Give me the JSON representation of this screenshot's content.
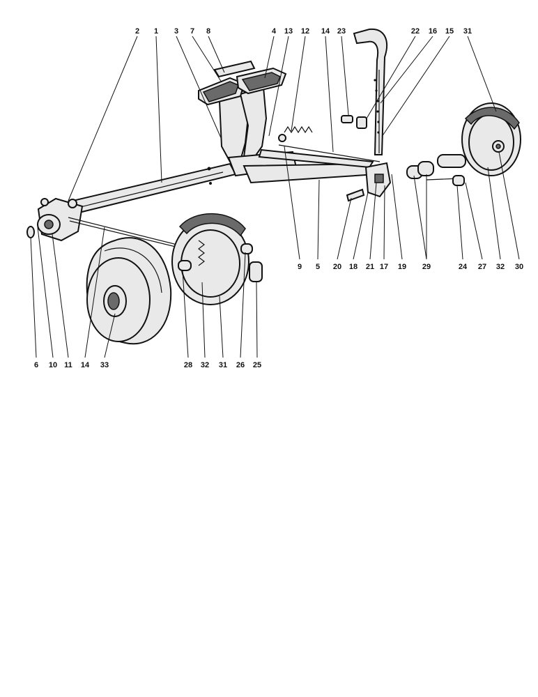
{
  "callouts": {
    "top": [
      "2",
      "1",
      "3",
      "8",
      "7",
      "4",
      "13",
      "12",
      "14",
      "23",
      "22",
      "16",
      "15",
      "31"
    ],
    "middle": [
      "9",
      "5",
      "20",
      "18",
      "21",
      "17",
      "19",
      "29",
      "24",
      "27",
      "32",
      "30"
    ],
    "bottom": [
      "6",
      "10",
      "11",
      "14",
      "33",
      "28",
      "32",
      "31",
      "26",
      "25"
    ]
  },
  "colors": {
    "line": "#111111",
    "fill": "#e9e9e9",
    "shade": "#6a6a6a",
    "background": "#ffffff"
  }
}
